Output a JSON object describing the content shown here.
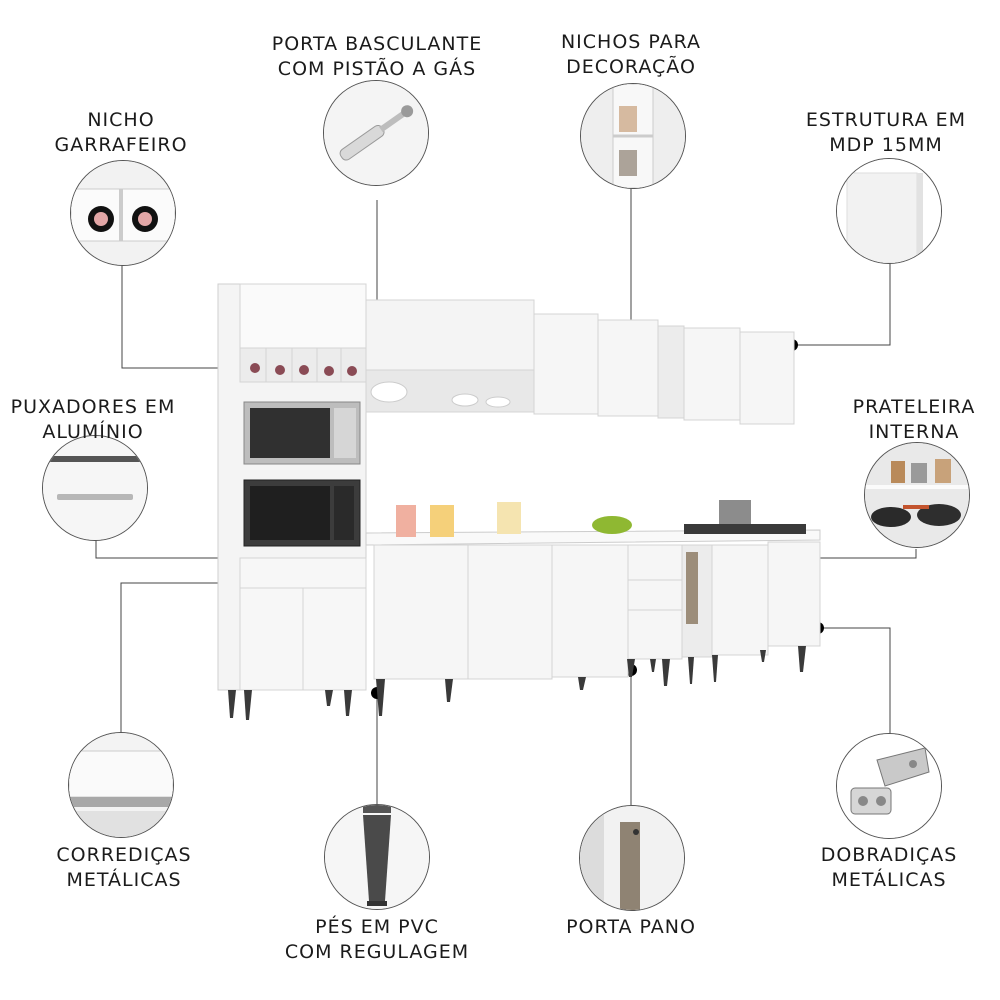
{
  "features": {
    "porta_basculante": {
      "line1": "PORTA BASCULANTE",
      "line2": "COM PISTÃO A GÁS",
      "icon": "gas-piston-icon"
    },
    "nichos_decoracao": {
      "line1": "NICHOS PARA",
      "line2": "DECORAÇÃO",
      "icon": "decor-niche-icon"
    },
    "nicho_garrafeiro": {
      "line1": "NICHO",
      "line2": "GARRAFEIRO",
      "icon": "wine-rack-icon"
    },
    "estrutura_mdp": {
      "line1": "ESTRUTURA EM",
      "line2": "MDP 15MM",
      "icon": "mdp-panel-icon"
    },
    "puxadores": {
      "line1": "PUXADORES EM",
      "line2": "ALUMÍNIO",
      "icon": "handle-icon"
    },
    "prateleira_interna": {
      "line1": "PRATELEIRA",
      "line2": "INTERNA",
      "icon": "internal-shelf-icon"
    },
    "corredicas": {
      "line1": "CORREDIÇAS",
      "line2": "METÁLICAS",
      "icon": "drawer-slide-icon"
    },
    "pes_pvc": {
      "line1": "PÉS EM PVC",
      "line2": "COM REGULAGEM",
      "icon": "pvc-foot-icon"
    },
    "porta_pano": {
      "line1": "PORTA PANO",
      "icon": "towel-holder-icon"
    },
    "dobradicas": {
      "line1": "DOBRADIÇAS",
      "line2": "METÁLICAS",
      "icon": "hinge-icon"
    }
  },
  "colors": {
    "cabinet": "#f3f3f3",
    "line": "#444444",
    "dot": "#000000",
    "leg": "#3a3a3a"
  }
}
